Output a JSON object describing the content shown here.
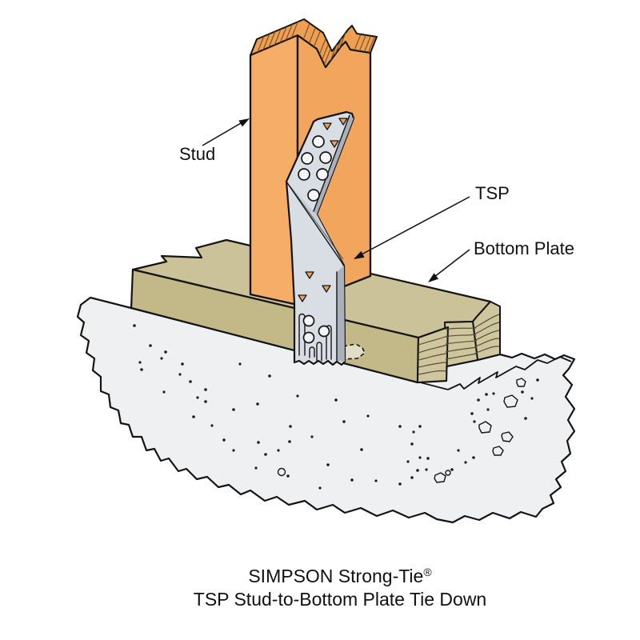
{
  "diagram": {
    "callouts": {
      "stud": "Stud",
      "tsp": "TSP",
      "bottom_plate": "Bottom Plate"
    },
    "caption": {
      "brand": "SIMPSON Strong-Tie",
      "registered_mark": "®",
      "product_line": "TSP Stud-to-Bottom Plate Tie Down"
    },
    "colors": {
      "background": "#ffffff",
      "outline": "#141414",
      "label_text": "#111111",
      "stud_left_face": "#f5ad68",
      "stud_right_face": "#f2a55c",
      "stud_break_face": "#ee9f52",
      "grain_line": "#6b4f28",
      "plate_top": "#cbc29a",
      "plate_front": "#c2b888",
      "plate_end_grain": "#cfc69e",
      "plate_grain_line": "#55503a",
      "concrete_fill": "#eef0f2",
      "concrete_speckle": "#1c1c1c",
      "steel_face": "#d9dee4",
      "steel_edge": "#aab1ba",
      "steel_bend": "#c9cfd7",
      "hole_fill": "#f3f5f7",
      "prong_fill": "#f0a158",
      "pocket_fill": "#e2ddc6"
    }
  }
}
